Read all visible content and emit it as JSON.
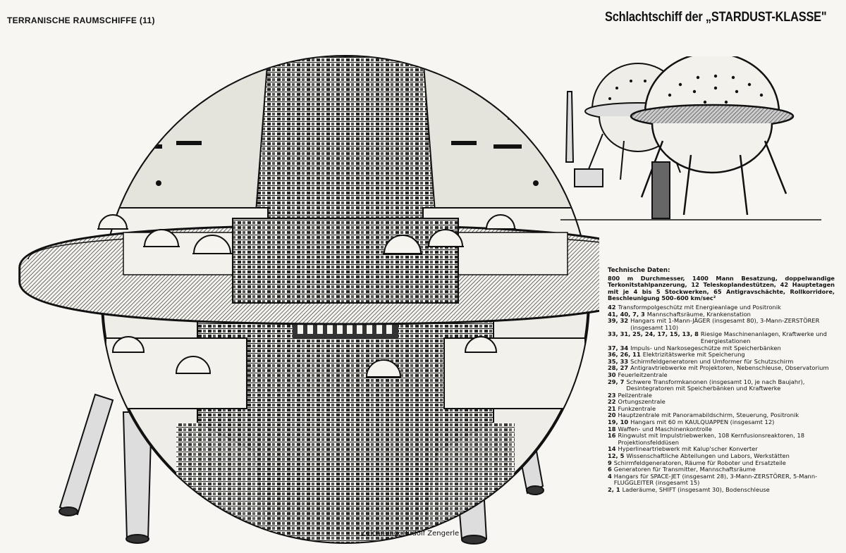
{
  "header": {
    "series_title": "TERRANISCHE RAUMSCHIFFE (11)",
    "ship_title": "Schlachtschiff der „STARDUST-KLASSE\""
  },
  "caption": "Zeichnung: Rudolf Zengerle",
  "specs": {
    "title": "Technische Daten:",
    "summary": "800 m Durchmesser, 1400 Mann Besatzung, doppelwandige Terkonitstahlpanzerung, 12 Teleskoplandestützen, 42 Hauptetagen mit je 4 bis 5 Stockwerken, 65 Antigravschächte, Rollkorridore, Beschleunigung 500–600 km/sec²",
    "legend": [
      {
        "num": "42",
        "desc": "Transformpolgeschütz mit Energieanlage und Positronik"
      },
      {
        "num": "41, 40, 7, 3",
        "desc": "Mannschaftsräume, Krankenstation"
      },
      {
        "num": "39, 32",
        "desc": "Hangars mit 1-Mann-JÄGER (insgesamt 80), 3-Mann-ZERSTÖRER (insgesamt 110)"
      },
      {
        "num": "33, 31, 25, 24, 17, 15, 13, 8",
        "desc": "Riesige Maschinenanlagen, Kraftwerke und Energiestationen"
      },
      {
        "num": "37, 34",
        "desc": "Impuls- und Narkosegeschütze mit Speicherbänken"
      },
      {
        "num": "36, 26, 11",
        "desc": "Elektrizitätswerke mit Speicherung"
      },
      {
        "num": "35, 33",
        "desc": "Schirmfeldgeneratoren und Umformer für Schutzschirm"
      },
      {
        "num": "28, 27",
        "desc": "Antigravtriebwerke mit Projektoren, Nebenschleuse, Observatorium"
      },
      {
        "num": "30",
        "desc": "Feuerleitzentrale"
      },
      {
        "num": "29, 7",
        "desc": "Schwere Transformkanonen (insgesamt 10, je nach Baujahr), Desintegratoren mit Speicherbänken und Kraftwerke"
      },
      {
        "num": "23",
        "desc": "Peilzentrale"
      },
      {
        "num": "22",
        "desc": "Ortungszentrale"
      },
      {
        "num": "21",
        "desc": "Funkzentrale"
      },
      {
        "num": "20",
        "desc": "Hauptzentrale mit Panoramabildschirm, Steuerung, Positronik"
      },
      {
        "num": "19, 10",
        "desc": "Hangars mit 60 m KAULQUAPPEN (insgesamt 12)"
      },
      {
        "num": "18",
        "desc": "Waffen- und Maschinenkontrolle"
      },
      {
        "num": "16",
        "desc": "Ringwulst mit Impulstriebwerken, 108 Kernfusionsreaktoren, 18 Projektionsfelddüsen"
      },
      {
        "num": "14",
        "desc": "Hyperlineartriebwerk mit Kalup'scher Konverter"
      },
      {
        "num": "12, 5",
        "desc": "Wissenschaftliche Abteilungen und Labors, Werkstätten"
      },
      {
        "num": "9",
        "desc": "Schirmfeldgeneratoren, Räume für Roboter und Ersatzteile"
      },
      {
        "num": "6",
        "desc": "Generatoren für Transmitter, Mannschaftsräume"
      },
      {
        "num": "4",
        "desc": "Hangars für SPACE-JET (insgesamt 28), 3-Mann-ZERSTÖRER, 5-Mann-FLUGGLEITER (insgesamt 15)"
      },
      {
        "num": "2, 1",
        "desc": "Laderäume, SHIFT (insgesamt 30), Bodenschleuse"
      }
    ]
  }
}
